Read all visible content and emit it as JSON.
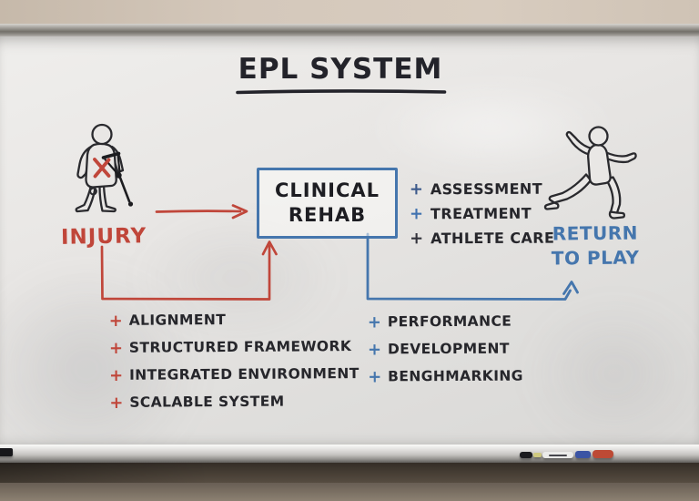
{
  "title": {
    "text": "EPL SYSTEM"
  },
  "nodes": {
    "injury": {
      "label": "INJURY"
    },
    "clinical_rehab": {
      "line1": "CLINICAL",
      "line2": "REHAB"
    },
    "return_to_play": {
      "line1": "RETURN",
      "line2": "TO PLAY"
    }
  },
  "rehab_points": {
    "items": [
      {
        "plus": "+",
        "plus_color": "#3d5a8c",
        "label": "ASSESSMENT"
      },
      {
        "plus": "+",
        "plus_color": "#4273b0",
        "label": "TREATMENT"
      },
      {
        "plus": "+",
        "plus_color": "#33333c",
        "label": "ATHLETE CARE"
      }
    ]
  },
  "foundation_points": {
    "plus_color": "#c0463a",
    "items": [
      {
        "plus": "+",
        "label": "ALIGNMENT"
      },
      {
        "plus": "+",
        "label": "STRUCTURED FRAMEWORK"
      },
      {
        "plus": "+",
        "label": "INTEGRATED ENVIRONMENT"
      },
      {
        "plus": "+",
        "label": "SCALABLE SYSTEM"
      }
    ]
  },
  "outcome_points": {
    "plus_color": "#4576ad",
    "items": [
      {
        "plus": "+",
        "label": "PERFORMANCE"
      },
      {
        "plus": "+",
        "label": "DEVELOPMENT"
      },
      {
        "plus": "+",
        "label": "BENGHMARKING"
      }
    ]
  },
  "colors": {
    "red_marker": "#c0463a",
    "blue_marker": "#4576ad",
    "black_ink": "#23232a"
  },
  "tray_markers": [
    {
      "name": "black-marker-left-edge",
      "color": "#17171a"
    },
    {
      "name": "black-cap-marker",
      "color": "#1b1b1e"
    },
    {
      "name": "yellow-marker-piece",
      "color": "#cfc97f"
    },
    {
      "name": "white-marker",
      "color": "#ebebe9"
    },
    {
      "name": "blue-marker",
      "color": "#3b54a4"
    },
    {
      "name": "red-marker",
      "color": "#bd4a35"
    }
  ]
}
